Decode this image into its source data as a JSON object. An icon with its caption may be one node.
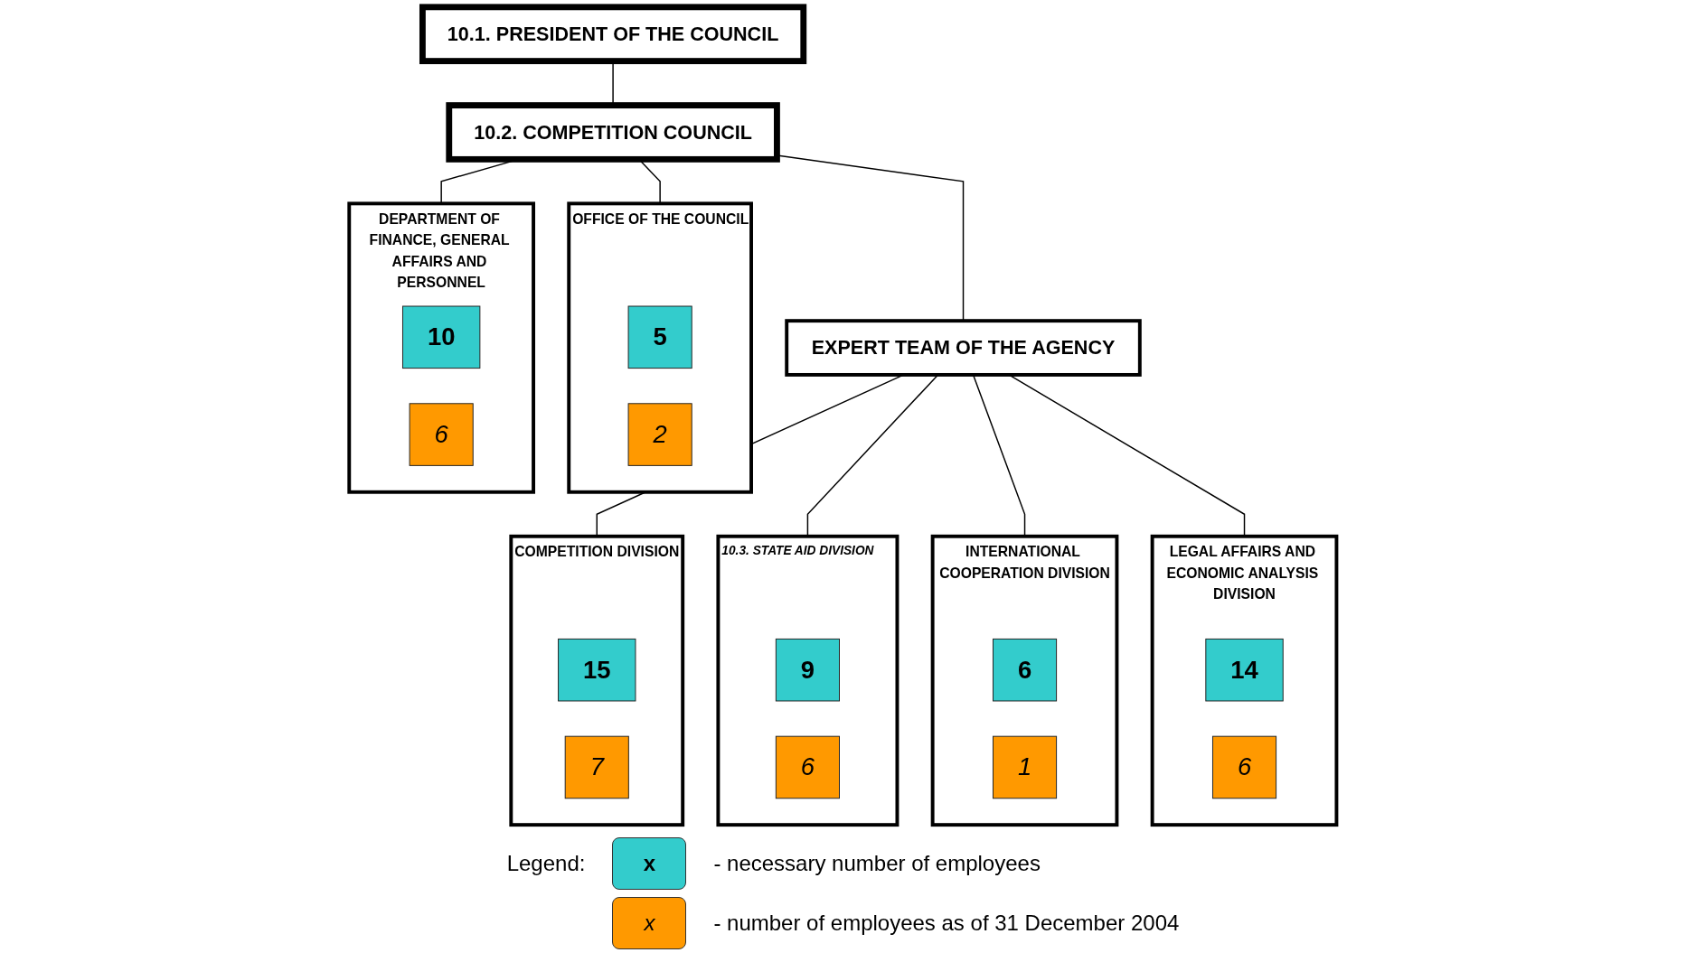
{
  "diagram": {
    "nodes": [
      {
        "text": [
          "10.1. PRESIDENT OF THE COUNCIL"
        ]
      },
      {
        "text": [
          "10.2. COMPETITION COUNCIL"
        ]
      },
      {
        "text": [
          "OFFICE OF THE COUNCIL"
        ]
      },
      {
        "text": [
          "5"
        ],
        "in": 2
      },
      {
        "text": [
          "2"
        ],
        "in": 2
      },
      {
        "text": [
          "DEPARTMENT OF FINANCE, GENERAL AFFAIRS AND PERSONNEL"
        ]
      },
      {
        "text": [
          "10"
        ],
        "in": 5
      },
      {
        "text": [
          "6"
        ],
        "in": 5
      },
      {
        "text": [
          "EXPERT TEAM OF THE AGENCY"
        ]
      },
      {
        "text": [
          "COMPETITION DIVISION"
        ]
      },
      {
        "text": [
          "15"
        ],
        "in": 9
      },
      {
        "text": [
          "7"
        ],
        "in": 9
      },
      {
        "text": [
          "10.3. STATE AID DIVISION"
        ]
      },
      {
        "text": [
          "9"
        ],
        "in": 12
      },
      {
        "text": [
          "6"
        ],
        "in": 12
      },
      {
        "text": [
          "INTERNATIONAL COOPERATION DIVISION"
        ]
      },
      {
        "text": [
          "6"
        ],
        "in": 15
      },
      {
        "text": [
          "1"
        ],
        "in": 15
      },
      {
        "text": [
          "LEGAL AFFAIRS AND ECONOMIC ANALYSIS DIVISION"
        ]
      },
      {
        "text": [
          "14"
        ],
        "in": 18
      },
      {
        "text": [
          "6"
        ],
        "in": 18
      }
    ],
    "edges": [
      {
        "from": 0,
        "to": 1,
        "arrow": "none"
      },
      {
        "from": 1,
        "to": 2,
        "arrow": "none"
      },
      {
        "from": 1,
        "to": 5,
        "arrow": "none"
      },
      {
        "from": 1,
        "to": 8,
        "arrow": "none"
      },
      {
        "from": 8,
        "to": 9,
        "arrow": "none"
      },
      {
        "from": 8,
        "to": 12,
        "arrow": "none"
      },
      {
        "from": 8,
        "to": 15,
        "arrow": "none"
      },
      {
        "from": 8,
        "to": 18,
        "arrow": "none"
      }
    ],
    "labels": [
      "Legend:",
      "x",
      "x"
    ],
    "legend": [
      {
        "text": "- necessary number of employees",
        "color": "#33cccc"
      },
      {
        "text": "- number of employees as of 31 December 2004",
        "color": "#ff9900"
      }
    ]
  }
}
